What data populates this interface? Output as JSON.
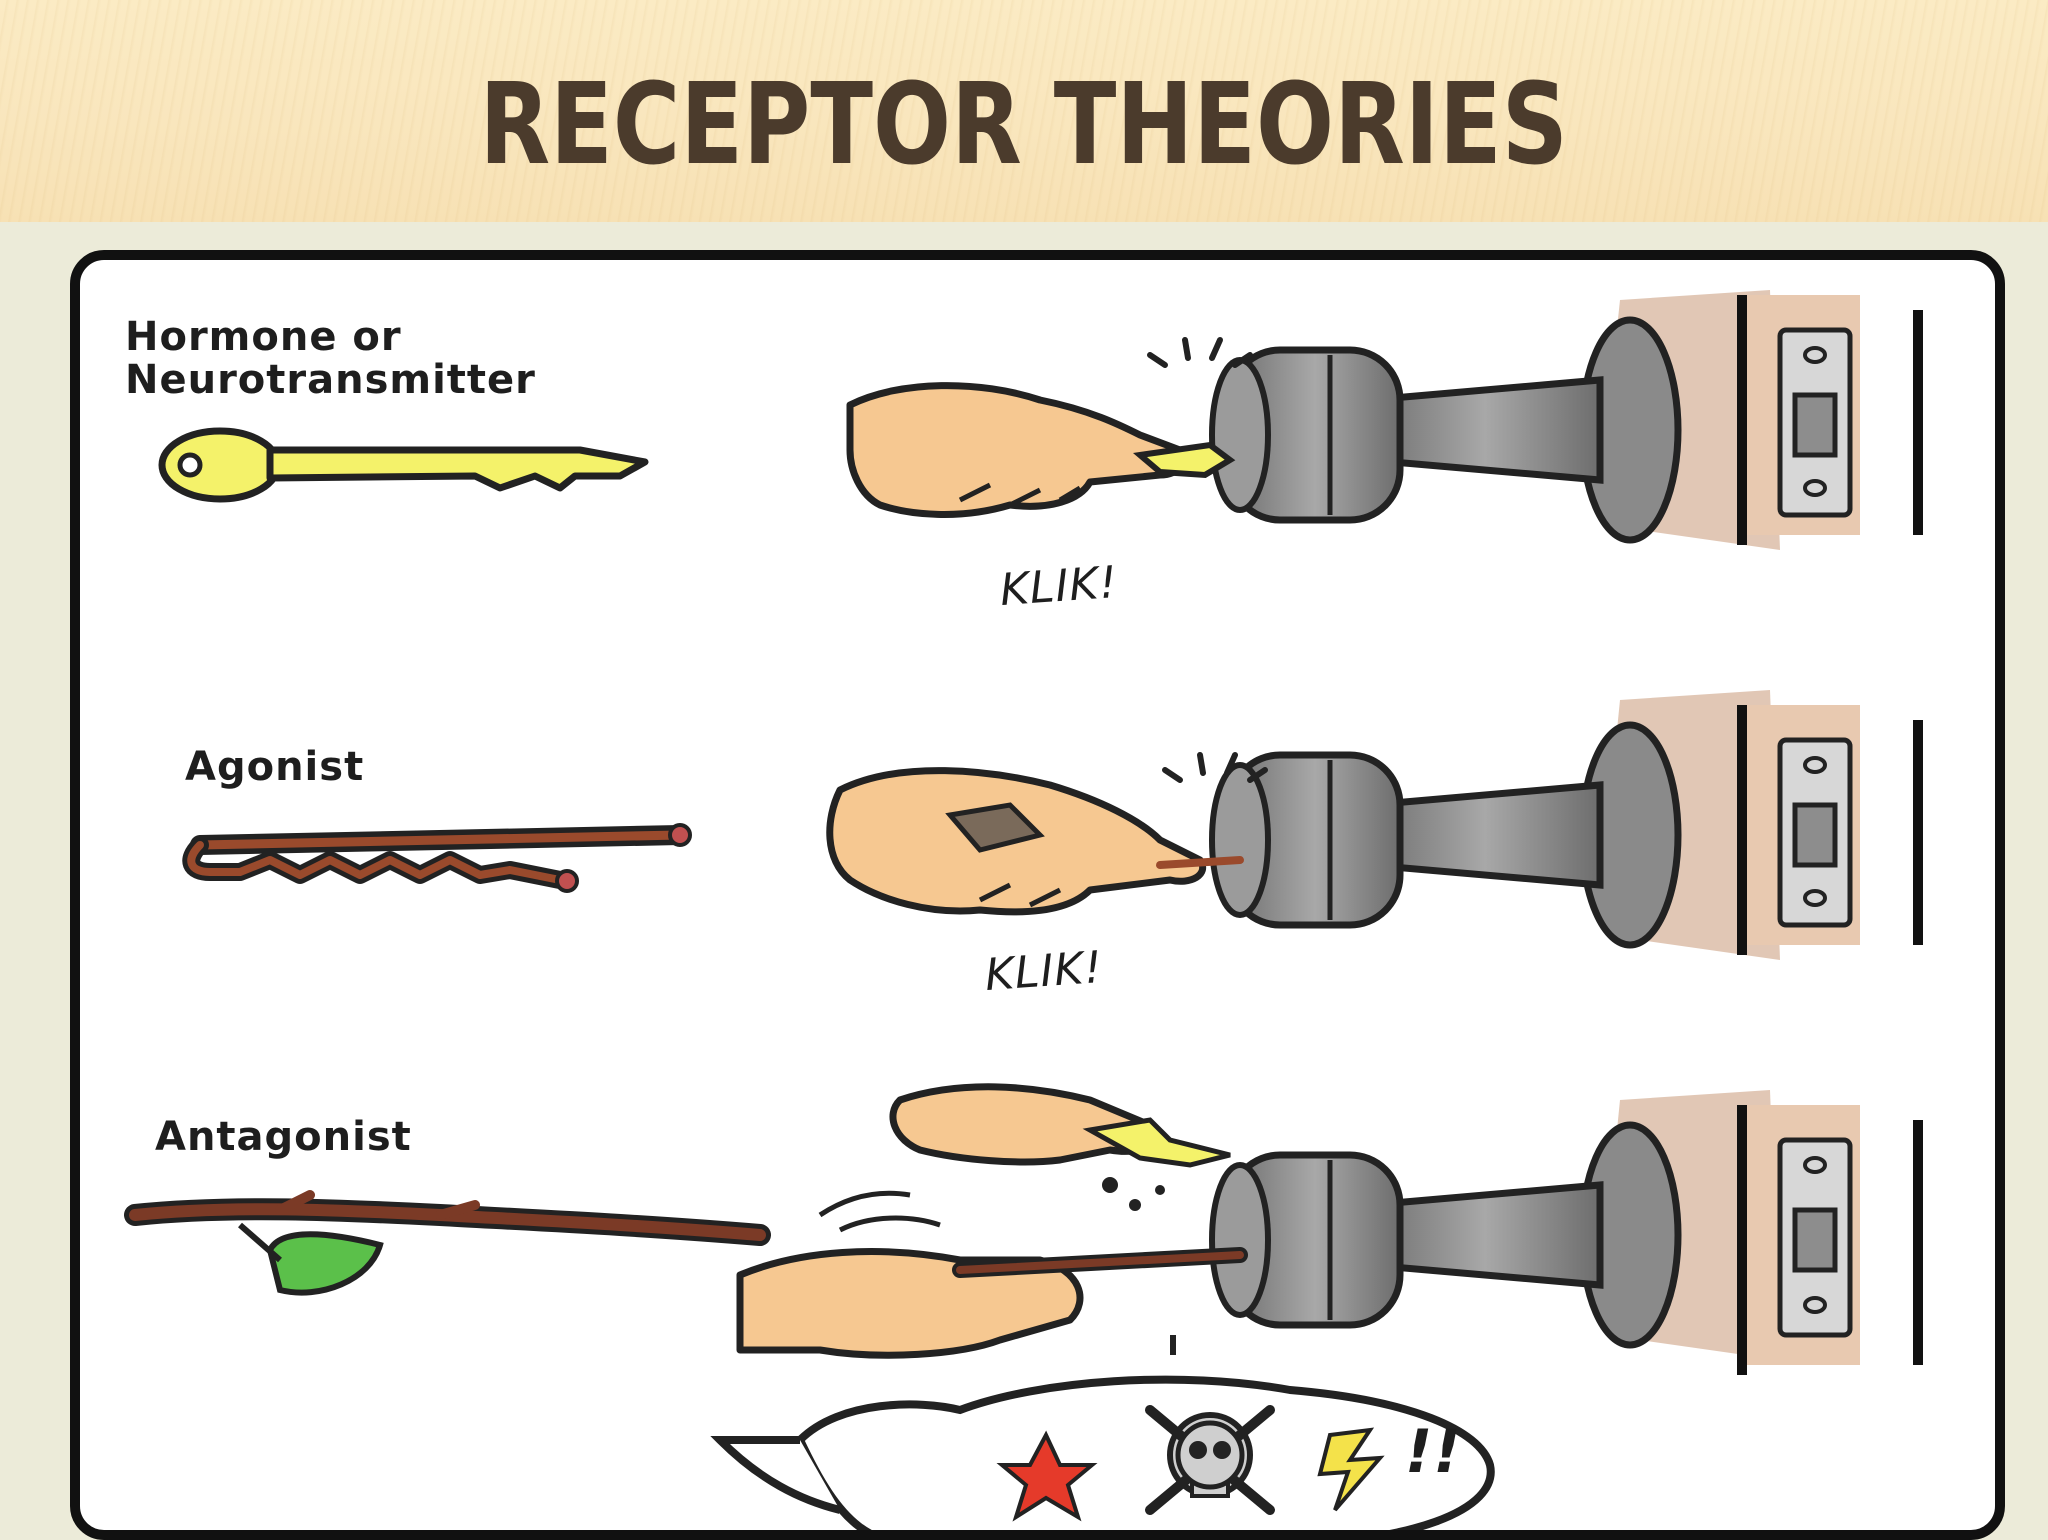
{
  "slide": {
    "title": "RECEPTOR THEORIES"
  },
  "panel": {
    "rows": [
      {
        "label_line1": "Hormone or",
        "label_line2": "Neurotransmitter",
        "sound": "KLIK!"
      },
      {
        "label_line1": "Agonist",
        "sound": "KLIK!"
      },
      {
        "label_line1": "Antagonist",
        "bubble_text": "!!"
      }
    ]
  },
  "colors": {
    "title": "#4b3b2c",
    "key": "#f4f26a",
    "pin": "#8a3a22",
    "leaf": "#5bc04a",
    "knob": "#8e8e8e"
  },
  "icons": [
    "key-icon",
    "bobby-pin-icon",
    "twig-icon",
    "hand-icon",
    "door-knob-icon",
    "door-latch-plate-icon",
    "skull-icon",
    "star-icon",
    "lightning-icon"
  ]
}
